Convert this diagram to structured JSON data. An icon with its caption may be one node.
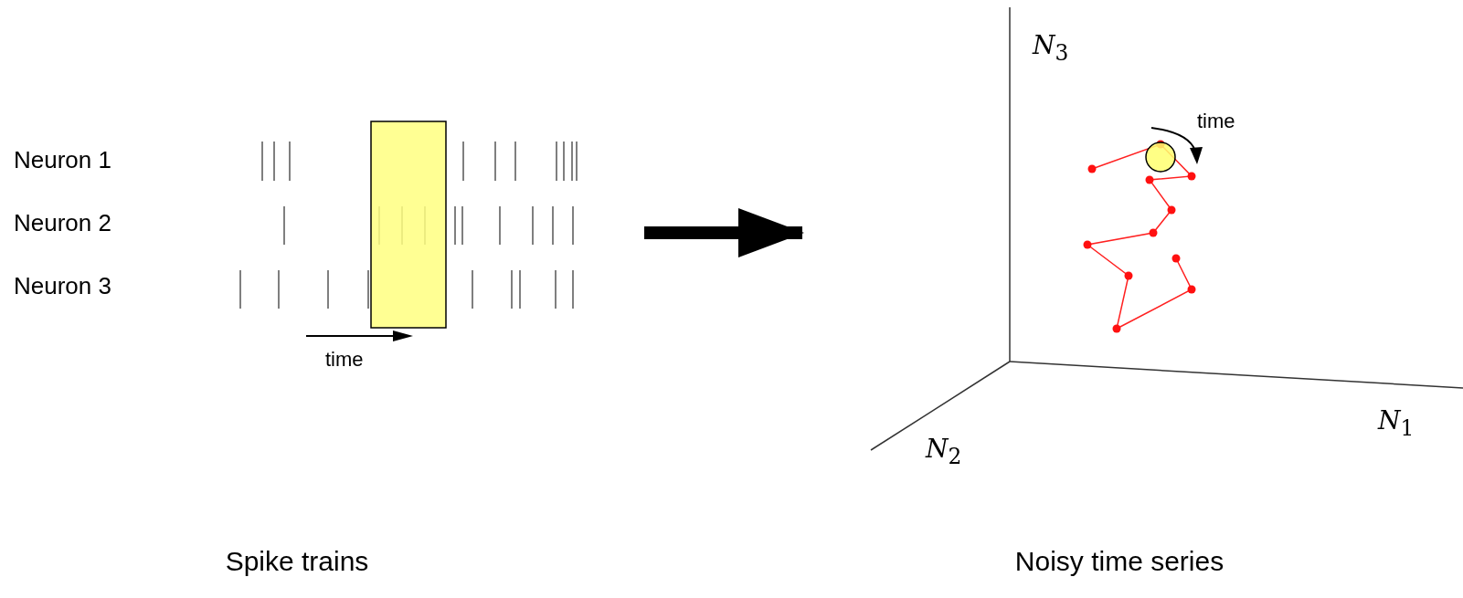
{
  "diagram": {
    "nodes": [
      {
        "text": [
          "Spike trains"
        ]
      },
      {
        "text": [
          "Noisy time series"
        ]
      }
    ],
    "edges": [
      {
        "from": 0,
        "to": 1,
        "arrow": "to"
      }
    ],
    "labels": [
      "Neuron 1",
      "Neuron 2",
      "Neuron 3",
      "time",
      "*N*$_{3}$",
      "time",
      "*N*$_{1}$",
      "*N*$_{2}$"
    ]
  }
}
